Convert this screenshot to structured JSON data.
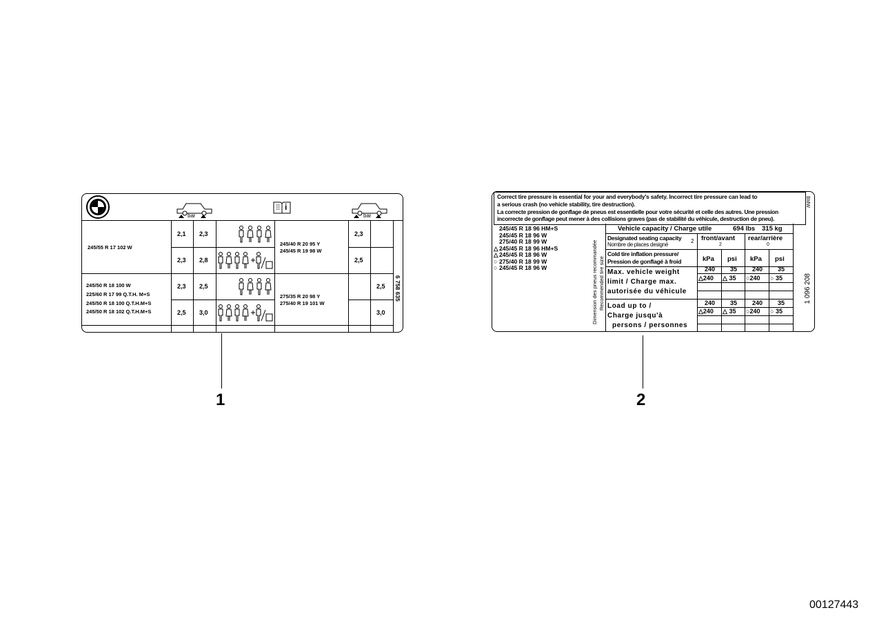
{
  "labels": {
    "label1": {
      "header": {
        "bar_left": "bar",
        "bar_right": "bar",
        "info_icon": "i"
      },
      "group1": {
        "left_tire": "245/55 R 17 102 W",
        "right_tires": [
          "245/40 R 20 95 Y",
          "245/45 R 19 98 W"
        ],
        "row1": {
          "front": "2,1",
          "rear": "2,3",
          "right_front": "2,3",
          "right_rear": ""
        },
        "row2": {
          "front": "2,3",
          "rear": "2,8",
          "right_front": "2,5",
          "right_rear": ""
        }
      },
      "group2": {
        "left_tires": [
          "245/50 R 18 100 W",
          "225/60 R 17 99 Q.T.H. M+S",
          "245/50 R 18 100 Q.T.H.M+S",
          "245/50 R 18 102 Q.T.H.M+S"
        ],
        "right_tires": [
          "275/35 R 20 98 Y",
          "275/40 R 19 101 W"
        ],
        "row1": {
          "front": "2,3",
          "rear": "2,5",
          "right_front": "",
          "right_rear": "2,5"
        },
        "row2": {
          "front": "2,5",
          "rear": "3,0",
          "right_front": "",
          "right_rear": "3,0"
        }
      },
      "part_number": "6 758 635"
    },
    "label2": {
      "warning_en": [
        "Correct tire pressure is essential for your and everybody's safety. Incorrect tire pressure can lead to",
        "a serious crash (no vehicle stability, tire destruction)."
      ],
      "warning_fr": [
        "La correcte pression de gonflage de pneus est essentielle pour votre sécurité et celle des autres. Une pression",
        "incorrecte de gonflage peut mener à des collisions graves (pas de stabilité du véhicule, destruction de pneu)."
      ],
      "brand_vertical": "BMW",
      "tires": [
        {
          "mark": "",
          "text": "245/45 R 18 96 HM+S"
        },
        {
          "mark": "",
          "text": "245/45 R 18 96 W"
        },
        {
          "mark": "",
          "text": "275/40 R 18 99 W"
        },
        {
          "mark": "△",
          "text": "245/45 R 18 96 HM+S"
        },
        {
          "mark": "△",
          "text": "245/45 R 18 96 W"
        },
        {
          "mark": "○",
          "text": "275/40 R 18 99 W"
        },
        {
          "mark": "○",
          "text": "245/45 R 18 96 W"
        }
      ],
      "vertical_fr": "Dimension des pneus recommandée",
      "vertical_en": "Recommended tire size",
      "capacity_label": "Vehicle capacity / Charge utile",
      "capacity_lbs": "694 lbs",
      "capacity_kg": "315 kg",
      "seating_label_en": "Designated seating capacity",
      "seating_label_fr": "Nombre de places designé",
      "seating_value": "2",
      "front_label": "front/avant",
      "front_sub": "2",
      "rear_label": "rear/arrière",
      "rear_sub": "0",
      "cold_label_en": "Cold tire inflation pressure/",
      "cold_label_fr": "Pression de gonflagé à froid",
      "units": [
        "kPa",
        "psi",
        "kPa",
        "psi"
      ],
      "max_weight": [
        "Max. vehicle weight",
        "limit / Charge max.",
        "autorisée du véhicule"
      ],
      "load_up": [
        "Load up to /",
        "Charge jusqu'à",
        "persons / personnes"
      ],
      "block1": {
        "plain": [
          "240",
          "35",
          "240",
          "35"
        ],
        "marked": [
          {
            "mark": "△",
            "v": "240"
          },
          {
            "mark": "△",
            "v": "35"
          },
          {
            "mark": "○",
            "v": "240"
          },
          {
            "mark": "○",
            "v": "35"
          }
        ]
      },
      "block2": {
        "plain": [
          "240",
          "35",
          "240",
          "35"
        ],
        "marked": [
          {
            "mark": "△",
            "v": "240"
          },
          {
            "mark": "△",
            "v": "35"
          },
          {
            "mark": "○",
            "v": "240"
          },
          {
            "mark": "○",
            "v": "35"
          }
        ]
      },
      "part_number": "1 096 208"
    }
  },
  "callouts": [
    "1",
    "2"
  ],
  "drawing_number": "00127443"
}
